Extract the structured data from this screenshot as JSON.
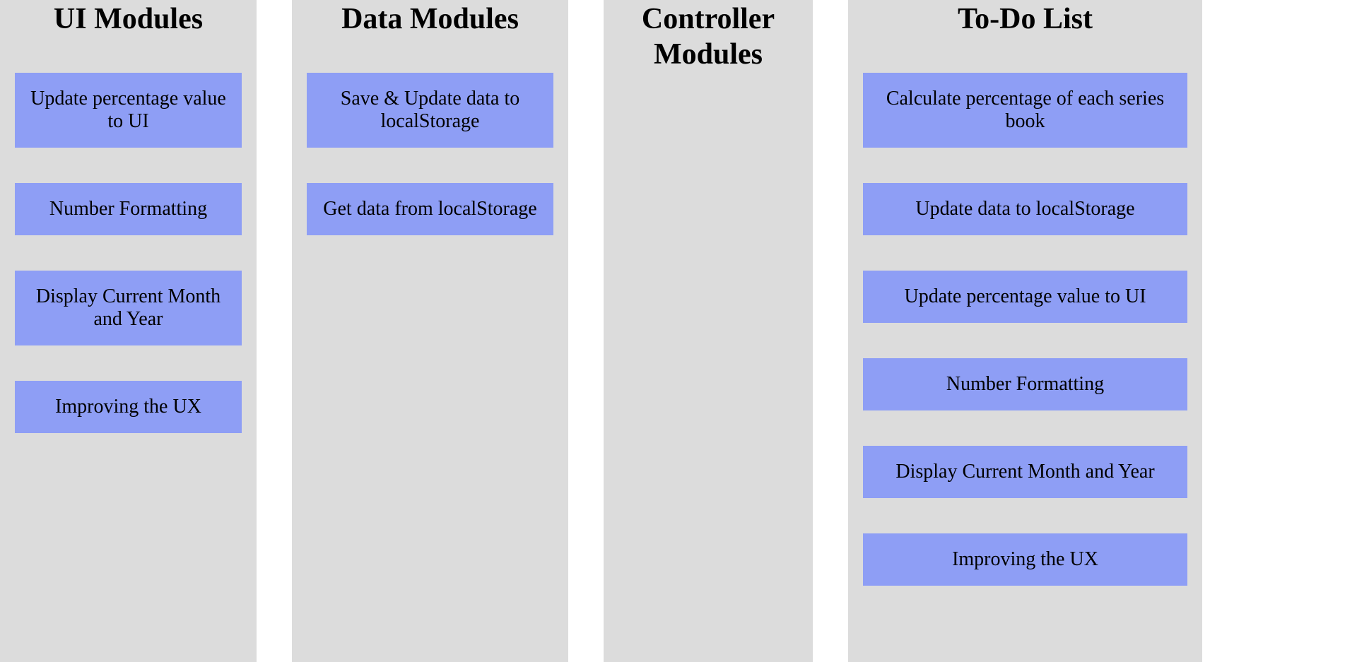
{
  "board": {
    "columns": [
      {
        "title": "UI Modules",
        "items": [
          "Update percentage value to UI",
          "Number Formatting",
          "Display Current Month and Year",
          "Improving the UX"
        ]
      },
      {
        "title": "Data Modules",
        "items": [
          "Save & Update data to localStorage",
          "Get data from localStorage"
        ]
      },
      {
        "title": "Controller Modules",
        "items": []
      },
      {
        "title": "To-Do List",
        "items": [
          "Calculate percentage of each series book",
          "Update data to localStorage",
          "Update percentage value to UI",
          "Number Formatting",
          "Display Current Month and Year",
          "Improving the UX"
        ]
      }
    ],
    "colors": {
      "page_bg": "#ffffff",
      "column_bg": "#dcdcdc",
      "card_bg": "#8e9ef5",
      "text": "#000000"
    }
  }
}
